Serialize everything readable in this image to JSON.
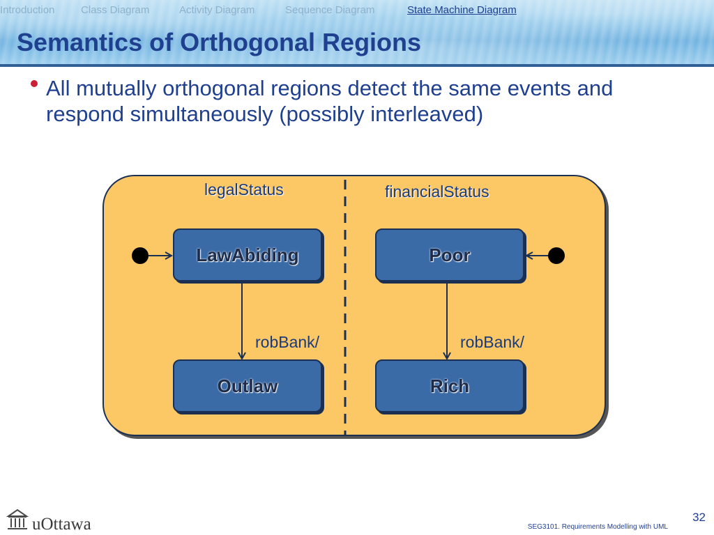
{
  "nav": {
    "items": [
      "Introduction",
      "Class Diagram",
      "Activity Diagram",
      "Sequence Diagram"
    ],
    "active": "State Machine Diagram"
  },
  "slide": {
    "title": "Semantics of Orthogonal Regions",
    "bullet": "All mutually orthogonal regions detect the same events and respond simultaneously (possibly interleaved)"
  },
  "diagram": {
    "regions": [
      {
        "label": "legalStatus",
        "states": [
          "LawAbiding",
          "Outlaw"
        ],
        "transition": "robBank/"
      },
      {
        "label": "financialStatus",
        "states": [
          "Poor",
          "Rich"
        ],
        "transition": "robBank/"
      }
    ]
  },
  "footer": {
    "logo_text": "uOttawa",
    "course": "SEG3101. Requirements Modelling with UML",
    "page": "32"
  },
  "colors": {
    "title": "#1f3f8f",
    "bullet": "#cc1f36",
    "region_fill": "#fcc866",
    "state_fill": "#3b6ba7"
  }
}
